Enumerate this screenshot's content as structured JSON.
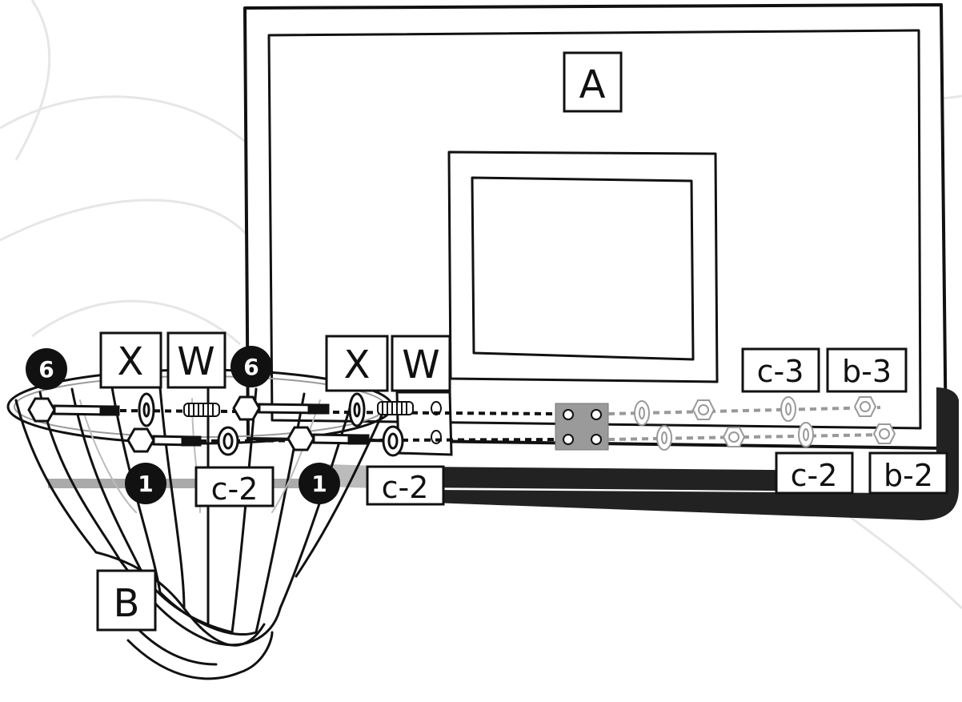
{
  "diagram": {
    "labels": {
      "backboard": "A",
      "rim": "B",
      "washer_left": "X",
      "spring_left": "W",
      "washer_right": "X",
      "spring_right": "W",
      "c2_left": "c-2",
      "c2_mid": "c-2",
      "c3": "c-3",
      "b3": "b-3",
      "c2_right": "c-2",
      "b2": "b-2"
    },
    "callouts": {
      "six_left": "6",
      "six_right": "6",
      "one_left": "1",
      "one_right": "1"
    },
    "colors": {
      "ink": "#111111",
      "faint": "#d8d8d8",
      "plate": "#9a9a9a",
      "hardware_light": "#cfcfcf"
    }
  }
}
